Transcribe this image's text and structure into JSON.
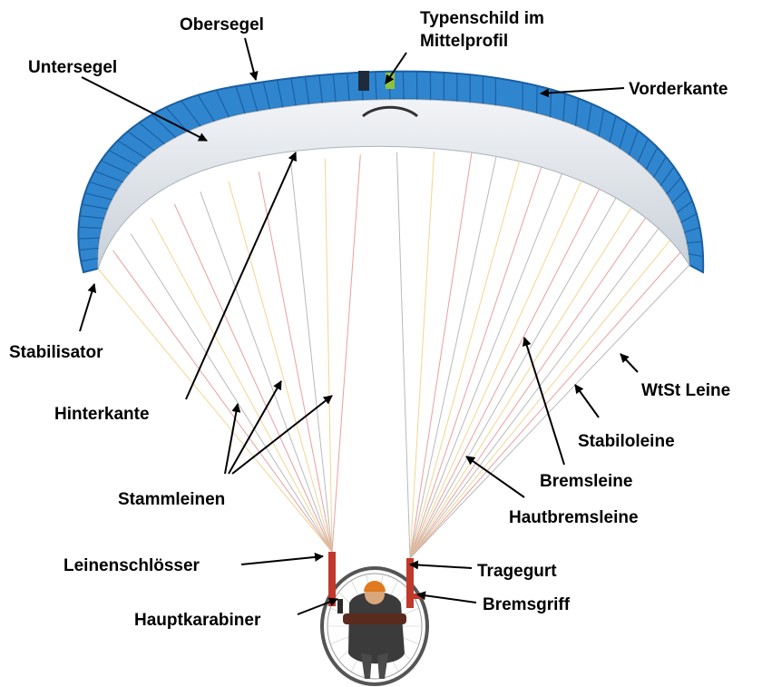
{
  "labels": {
    "obersegel": "Obersegel",
    "typenschild_1": "Typenschild im",
    "typenschild_2": "Mittelprofil",
    "untersegel": "Untersegel",
    "vorderkante": "Vorderkante",
    "stabilisator": "Stabilisator",
    "wtst_leine": "WtSt Leine",
    "hinterkante": "Hinterkante",
    "stabiloleine": "Stabiloleine",
    "bremsleine": "Bremsleine",
    "stammleinen": "Stammleinen",
    "hautbremsleine": "Hautbremsleine",
    "leinenschloesser": "Leinenschlösser",
    "tragegurt": "Tragegurt",
    "hauptkarabiner": "Hauptkarabiner",
    "bremsgriff": "Bremsgriff"
  },
  "colors": {
    "canopy_blue": "#2f86cf",
    "canopy_dark": "#1b5fa3",
    "canopy_under": "#dfe4ea",
    "line_red": "#e8a0a0",
    "line_yellow": "#f1d690",
    "line_gray": "#b9b9b9",
    "cage": "#555555",
    "helmet": "#e07a1e"
  },
  "icons": {
    "pointer": "arrow-icon"
  }
}
